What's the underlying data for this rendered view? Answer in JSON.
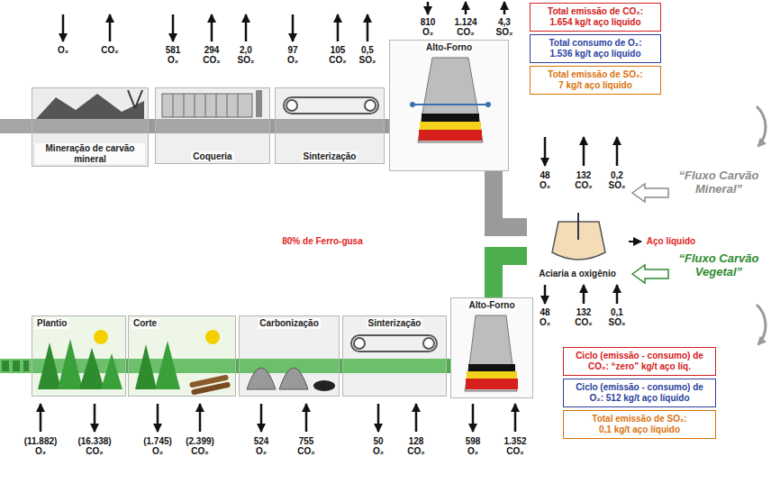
{
  "diagram": {
    "nodes": [
      {
        "text": [
          "Mineração de carvão mineral"
        ]
      },
      {
        "text": [
          "Coqueria"
        ]
      },
      {
        "text": [
          "Sinterização"
        ]
      },
      {
        "text": [
          "Alto-Forno"
        ]
      },
      {
        "text": [
          "Total emissão de CO₂:",
          "1.654 kg/t aço líquido"
        ]
      },
      {
        "text": [
          "Total consumo de O₂:",
          "1.536 kg/t aço líquido"
        ]
      },
      {
        "text": [
          "Total emissão de SO₂:",
          "7 kg/t aço líquido"
        ]
      },
      {
        "text": [
          "Aciaria a oxigênio"
        ]
      },
      {
        "text": [
          "Plantio"
        ]
      },
      {
        "text": [
          "Corte"
        ]
      },
      {
        "text": [
          "Carbonização"
        ]
      },
      {
        "text": [
          "Sinterização"
        ]
      },
      {
        "text": [
          "Alto-Forno"
        ]
      },
      {
        "text": [
          "Ciclo (emissão - consumo) de CO₂: “zero” kg/t aço líq."
        ]
      },
      {
        "text": [
          "Ciclo (emissão - consumo) de O₂: 512 kg/t aço líquido"
        ]
      },
      {
        "text": [
          "Total emissão de SO₂:",
          "0,1 kg/t aço líquido"
        ]
      }
    ],
    "edges": [
      {
        "from": 0,
        "to": 1,
        "arrow": "none"
      },
      {
        "from": 1,
        "to": 2,
        "arrow": "none"
      },
      {
        "from": 2,
        "to": 3,
        "arrow": "none"
      },
      {
        "from": 3,
        "to": 7,
        "arrow": "none"
      },
      {
        "from": 8,
        "to": 9,
        "arrow": "none"
      },
      {
        "from": 9,
        "to": 10,
        "arrow": "none"
      },
      {
        "from": 10,
        "to": 11,
        "arrow": "none"
      },
      {
        "from": 11,
        "to": 12,
        "arrow": "none"
      },
      {
        "from": 12,
        "to": 7,
        "arrow": "none"
      }
    ],
    "labels": [
      "O₂",
      "CO₂",
      "581 O₂",
      "294 CO₂",
      "2,0 SO₂",
      "97 O₂",
      "105 CO₂",
      "0,5 SO₂",
      "810 O₂",
      "1.124 CO₂",
      "4,3 SO₂",
      "48 O₂",
      "132 CO₂",
      "0,2 SO₂",
      "“Fluxo Carvão Mineral”",
      "80% de Ferro-gusa",
      "Aço líquido",
      "48 O₂",
      "132 CO₂",
      "0,1 SO₂",
      "“Fluxo Carvão Vegetal”",
      "(11.882) O₂",
      "(16.338) CO₂",
      "(1.745) O₂",
      "(2.399) CO₂",
      "524 O₂",
      "755 CO₂",
      "50 O₂",
      "128 CO₂",
      "598 O₂",
      "1.352 CO₂"
    ]
  }
}
